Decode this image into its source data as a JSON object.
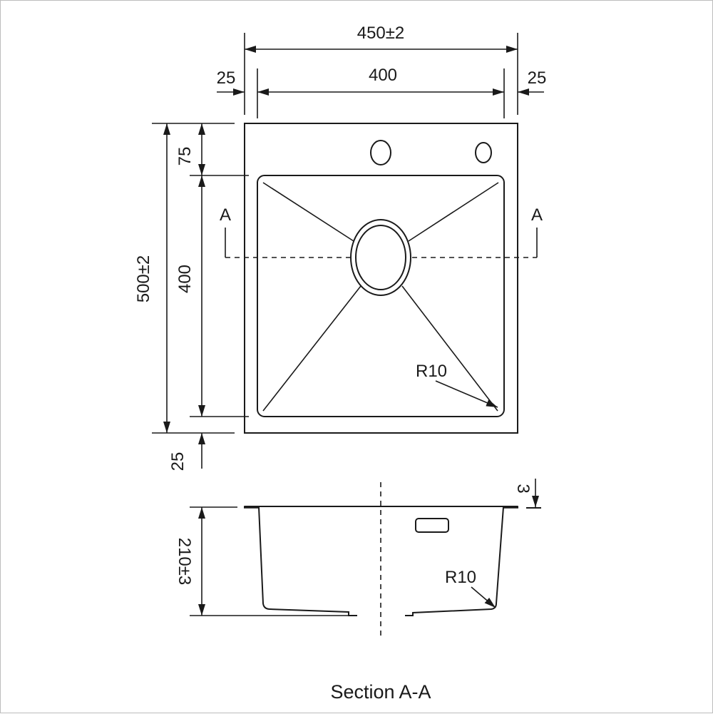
{
  "dimensions": {
    "overall_width": "450±2",
    "inner_width": "400",
    "left_margin": "25",
    "right_margin": "25",
    "overall_length": "500±2",
    "top_margin": "75",
    "inner_length": "400",
    "bottom_margin": "25",
    "corner_radius_plan": "R10",
    "depth": "210±3",
    "thickness": "3",
    "corner_radius_section": "R10"
  },
  "section_marks": {
    "left": "A",
    "right": "A"
  },
  "caption": "Section A-A",
  "colors": {
    "line": "#1a1a1a",
    "background": "#ffffff"
  }
}
